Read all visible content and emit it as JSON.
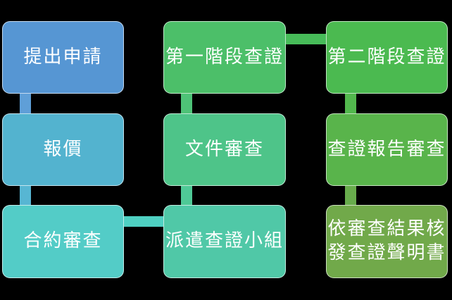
{
  "canvas": {
    "background_color": "#000000",
    "text_color": "#ffffff"
  },
  "flow": {
    "boxes": [
      {
        "id": "submit-application",
        "label": "提出申請",
        "color": "#5696d3"
      },
      {
        "id": "quotation",
        "label": "報價",
        "color": "#53b3cf"
      },
      {
        "id": "contract-review",
        "label": "合約審查",
        "color": "#53ccc7"
      },
      {
        "id": "stage1-verification",
        "label": "第一階段查證",
        "color": "#4cbf69"
      },
      {
        "id": "document-review",
        "label": "文件審查",
        "color": "#4ec489"
      },
      {
        "id": "dispatch-verification-team",
        "label": "派遣查證小組",
        "color": "#50c8a7"
      },
      {
        "id": "stage2-verification",
        "label": "第二階段查證",
        "color": "#4bba50"
      },
      {
        "id": "verification-report-review",
        "label": "查證報告審查",
        "color": "#59b44b"
      },
      {
        "id": "issue-verification-statement",
        "label": "依審查結果核發查證聲明書",
        "lines": [
          "依審查結果核",
          "發查證聲明書"
        ],
        "color": "#71a94a"
      }
    ],
    "connectors": [
      {
        "id": "conn-submit-quotation",
        "color": "#5f9fd8"
      },
      {
        "id": "conn-quotation-contract",
        "color": "#57b6d3"
      },
      {
        "id": "conn-contract-dispatch",
        "color": "#4fd0c2"
      },
      {
        "id": "conn-dispatch-document",
        "color": "#4fc997"
      },
      {
        "id": "conn-document-stage1",
        "color": "#4ec277"
      },
      {
        "id": "conn-stage1-stage2",
        "color": "#47bc59"
      },
      {
        "id": "conn-stage2-report",
        "color": "#52b84d"
      },
      {
        "id": "conn-report-statement",
        "color": "#68ac4c"
      }
    ]
  }
}
